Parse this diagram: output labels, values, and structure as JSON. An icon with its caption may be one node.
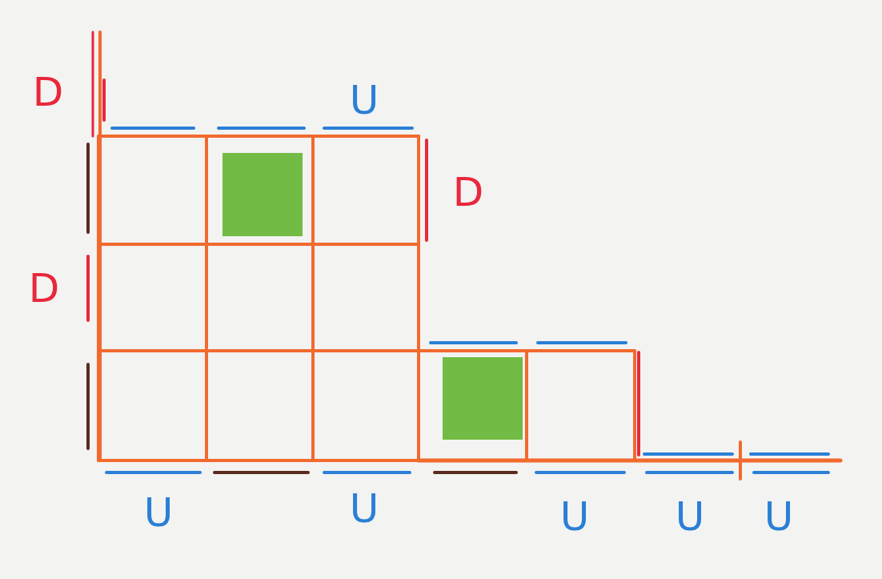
{
  "diagram": {
    "labels": [
      "D",
      "U",
      "D",
      "D",
      "U",
      "U",
      "U",
      "U",
      "U"
    ]
  }
}
